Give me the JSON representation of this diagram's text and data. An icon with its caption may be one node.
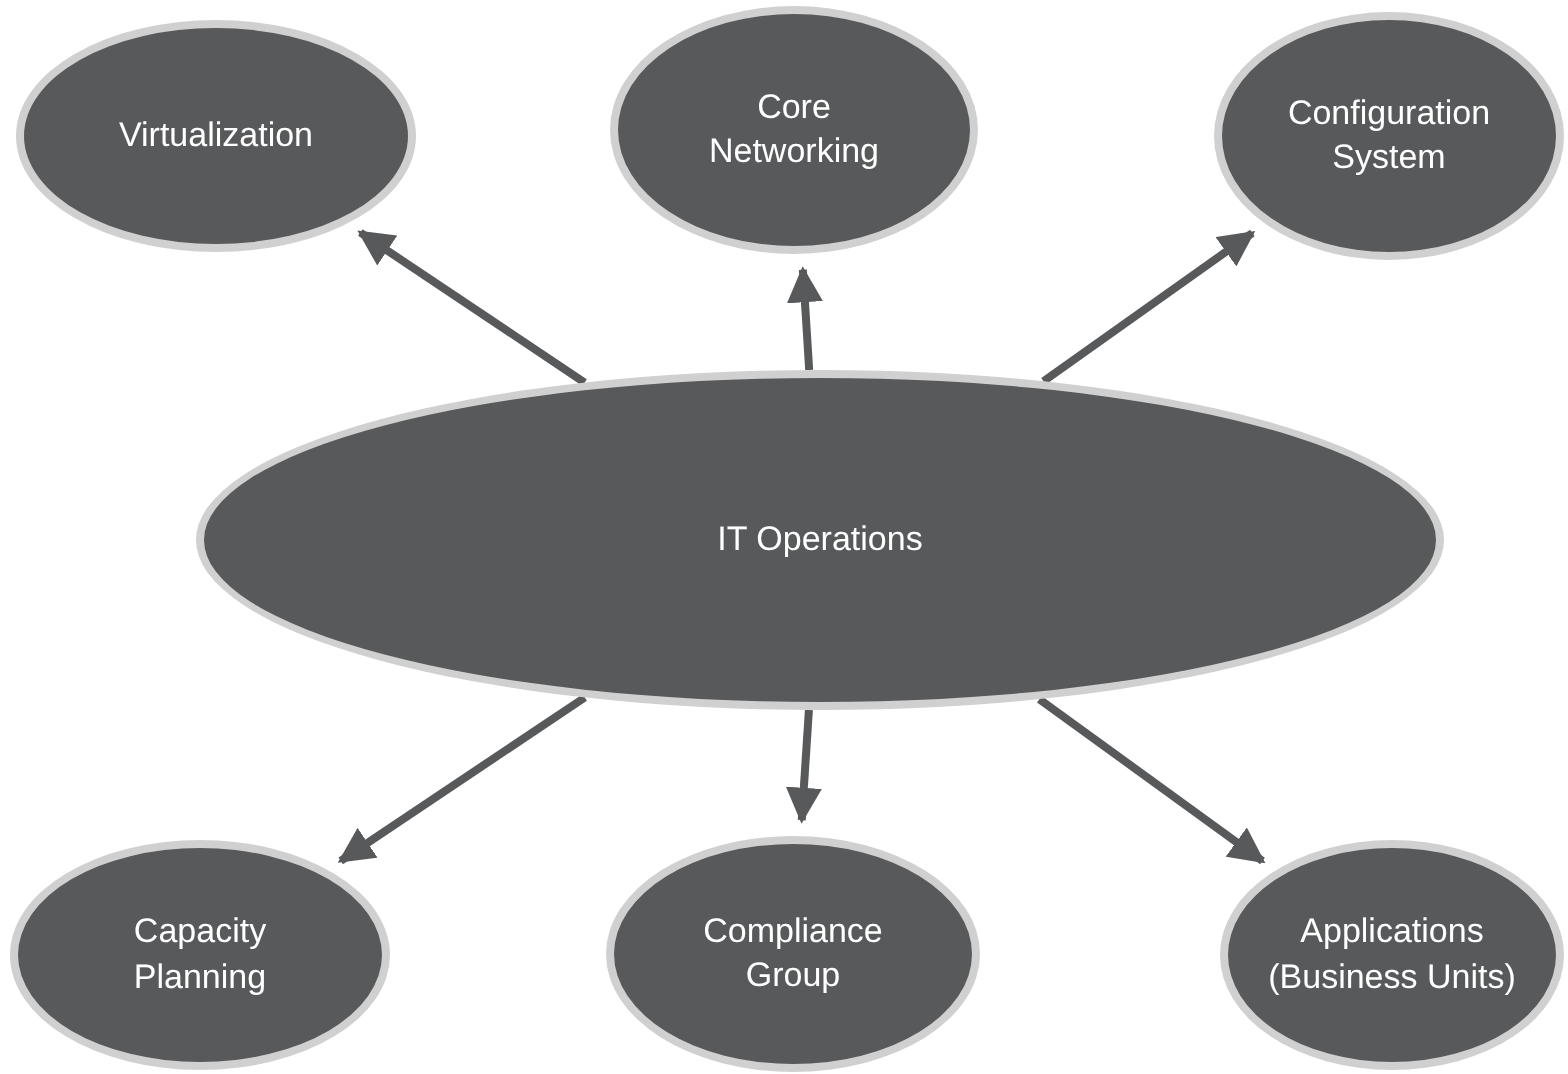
{
  "diagram": {
    "nodes": [
      {
        "text": [
          "IT Operations"
        ]
      },
      {
        "text": [
          "Virtualization"
        ]
      },
      {
        "text": [
          "Core Networking"
        ]
      },
      {
        "text": [
          "Configuration System"
        ]
      },
      {
        "text": [
          "Capacity Planning"
        ]
      },
      {
        "text": [
          "Compliance Group"
        ]
      },
      {
        "text": [
          "Applications (Business Units)"
        ]
      }
    ],
    "edges": [
      {
        "from": 0,
        "to": 1,
        "arrow": "to"
      },
      {
        "from": 0,
        "to": 2,
        "arrow": "to"
      },
      {
        "from": 0,
        "to": 3,
        "arrow": "to"
      },
      {
        "from": 0,
        "to": 4,
        "arrow": "to"
      },
      {
        "from": 0,
        "to": 5,
        "arrow": "to"
      },
      {
        "from": 0,
        "to": 6,
        "arrow": "to"
      }
    ]
  }
}
